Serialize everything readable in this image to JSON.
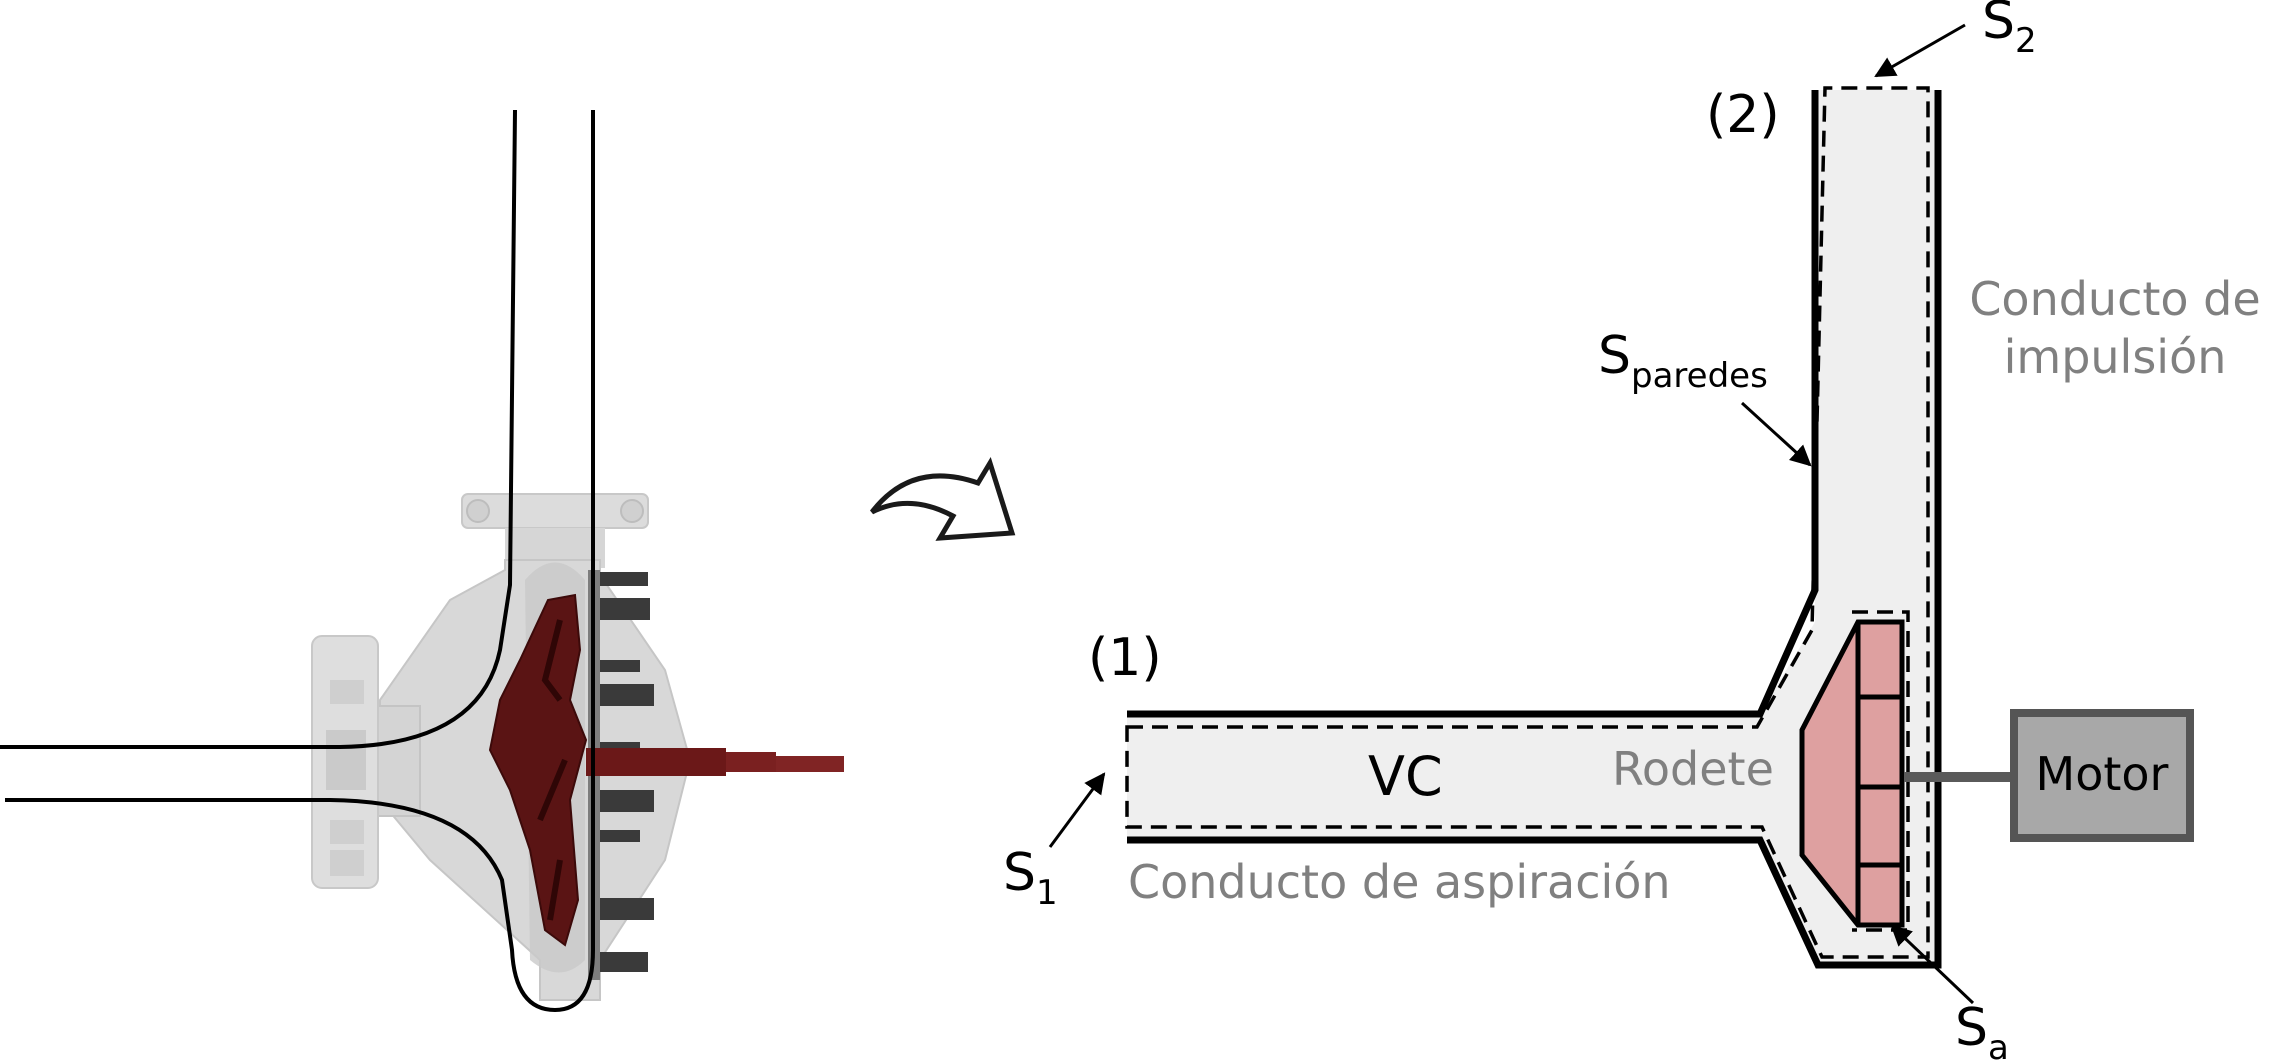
{
  "labels": {
    "s2_main": "S",
    "s2_sub": "2",
    "point2": "(2)",
    "point1": "(1)",
    "sparedes_main": "S",
    "sparedes_sub": "paredes",
    "conducto_impulsion_line1": "Conducto de",
    "conducto_impulsion_line2": "impulsión",
    "vc": "VC",
    "rodete": "Rodete",
    "motor": "Motor",
    "s1_main": "S",
    "s1_sub": "1",
    "conducto_aspiracion": "Conducto de aspiración",
    "sa_main": "S",
    "sa_sub": "a"
  },
  "colors": {
    "fluid_fill": "#efefef",
    "impeller_fill": "#dea0a0",
    "motor_fill": "#a8a8a8",
    "motor_border": "#555555",
    "gray_text": "#808080",
    "pump_body": "#d9d9d9",
    "pump_impeller": "#5a1414"
  },
  "icons": {
    "transition_arrow": "curved-arrow-icon"
  }
}
